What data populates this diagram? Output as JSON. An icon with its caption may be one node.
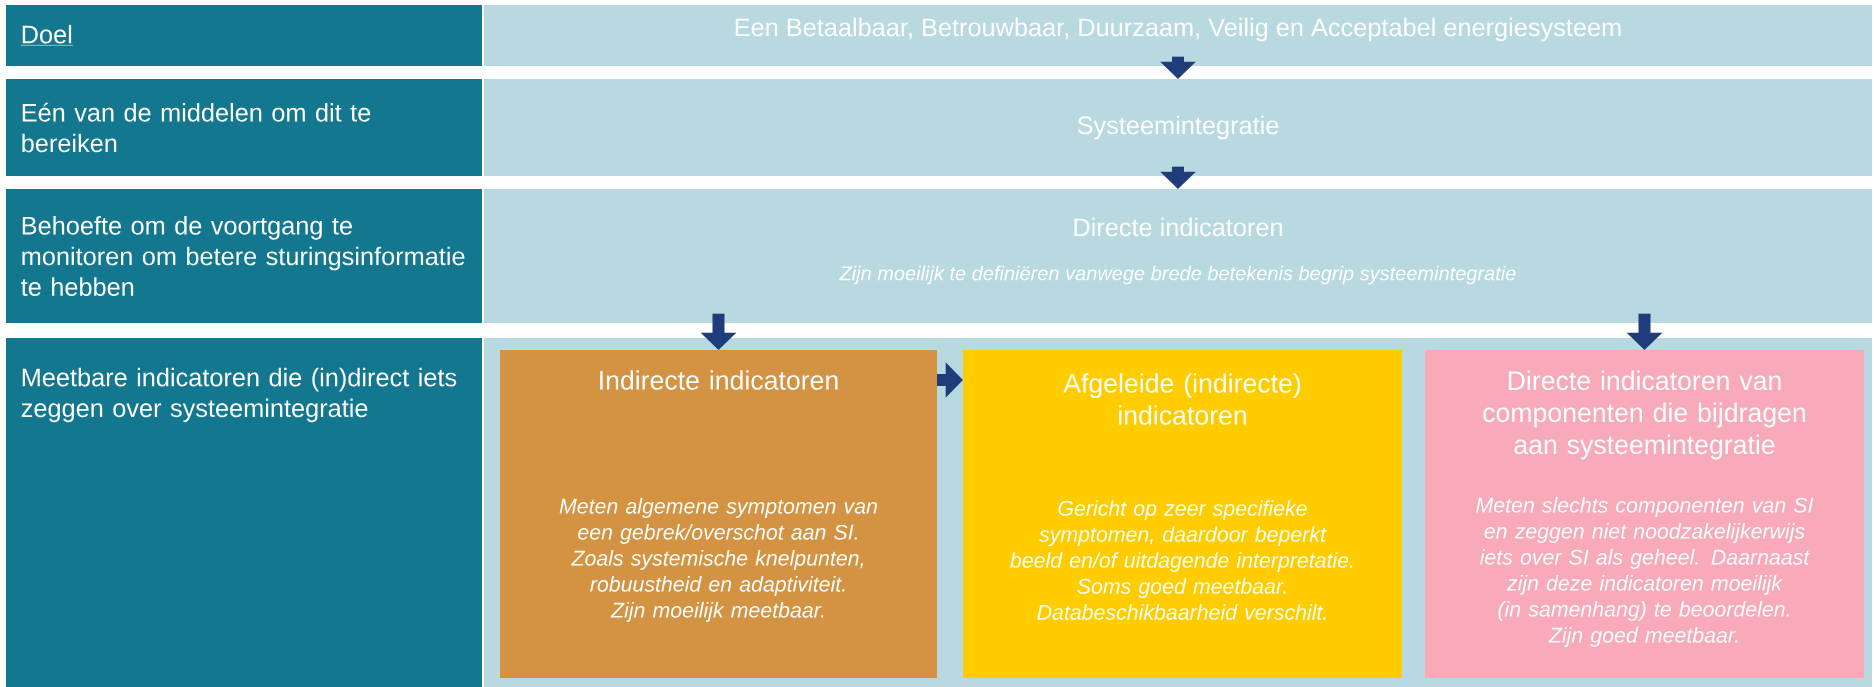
{
  "diagram": {
    "nodes": [
      {
        "text": [
          "Doel"
        ]
      },
      {
        "text": [
          "Een Betaalbaar, Betrouwbaar, Duurzaam, Veilig en Acceptabel energiesysteem"
        ]
      },
      {
        "text": [
          "Eén van de middelen om dit te bereiken"
        ]
      },
      {
        "text": [
          "Systeemintegratie"
        ]
      },
      {
        "text": [
          "Behoefte om de voortgang te monitoren om betere sturingsinformatie te hebben"
        ]
      },
      {
        "text": [
          "Directe indicatoren",
          "Zijn moeilijk te definiëren vanwege brede betekenis begrip systeemintegratie"
        ]
      },
      {
        "text": [
          "Meetbare indicatoren die (in)direct iets zeggen over systeemintegratie"
        ]
      },
      {
        "text": [],
        "shape": "box"
      },
      {
        "text": [
          "Indirecte indicatoren",
          "Meten algemene symptomen van een gebrek/overschot aan SI. Zoals systemische knelpunten, robuustheid en adaptiviteit.",
          "Zijn moeilijk meetbaar."
        ],
        "in": 7
      },
      {
        "text": [
          "Afgeleide (indirecte) indicatoren",
          "Gericht op zeer specifieke symptomen, daardoor beperkt beeld en/of uitdagende interpretatie.",
          "Soms goed meetbaar.",
          "Databeschikbaarheid verschilt."
        ],
        "in": 7
      },
      {
        "text": [
          "Directe indicatoren van componenten die bijdragen aan systeemintegratie",
          "Meten slechts componenten van SI en zeggen niet noodzakelijkerwijs iets over SI als geheel. Daarnaast zijn deze indicatoren moeilijk (in samenhang) te beoordelen.",
          "Zijn goed meetbaar."
        ],
        "in": 7
      }
    ],
    "edges": [
      {
        "from": 1,
        "to": 3,
        "arrow": "to"
      },
      {
        "from": 3,
        "to": 5,
        "arrow": "to"
      },
      {
        "from": 5,
        "to": 8,
        "arrow": "to"
      },
      {
        "from": 8,
        "to": 9,
        "arrow": "to"
      },
      {
        "from": 5,
        "to": 10,
        "arrow": "to"
      }
    ]
  }
}
